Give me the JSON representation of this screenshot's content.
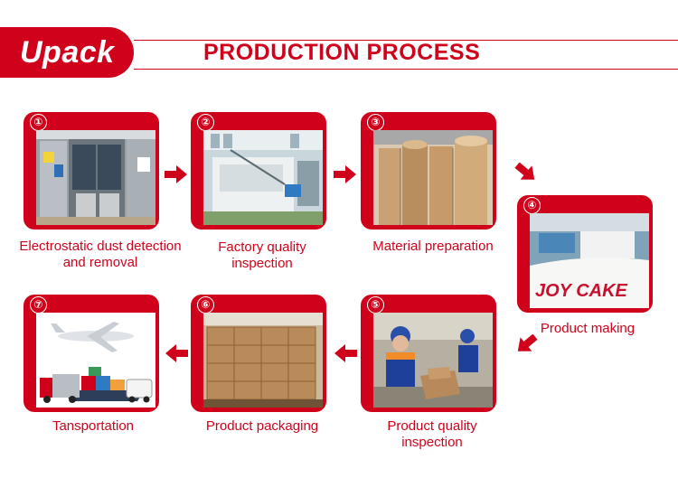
{
  "brand": "Upack",
  "title": "PRODUCTION PROCESS",
  "accent": "#d0021b",
  "steps": [
    {
      "num": "①",
      "caption": "Electrostatic dust detection and removal"
    },
    {
      "num": "②",
      "caption": "Factory quality inspection"
    },
    {
      "num": "③",
      "caption": "Material preparation"
    },
    {
      "num": "④",
      "caption": "Product making"
    },
    {
      "num": "⑤",
      "caption": "Product quality inspection"
    },
    {
      "num": "⑥",
      "caption": "Product packaging"
    },
    {
      "num": "⑦",
      "caption": "Tansportation"
    }
  ],
  "roll_text": "JOY CAKE"
}
